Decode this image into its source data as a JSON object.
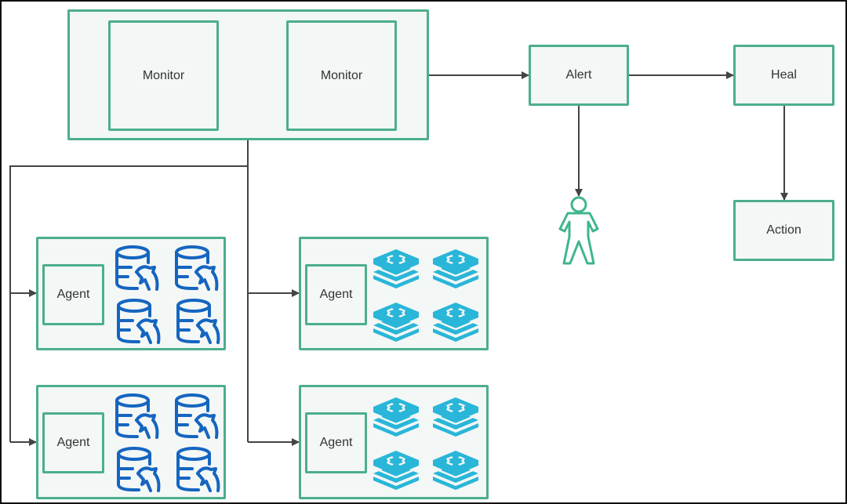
{
  "diagram": {
    "monitor_group": {
      "monitors": [
        {
          "label": "Monitor"
        },
        {
          "label": "Monitor"
        }
      ]
    },
    "alert": {
      "label": "Alert"
    },
    "heal": {
      "label": "Heal"
    },
    "action": {
      "label": "Action"
    },
    "operator": {
      "icon": "person-icon"
    },
    "agent_groups": [
      {
        "agent_label": "Agent",
        "resource_icon": "mysql-database-icon",
        "resource_count": 4
      },
      {
        "agent_label": "Agent",
        "resource_icon": "redis-stack-icon",
        "resource_count": 4
      },
      {
        "agent_label": "Agent",
        "resource_icon": "mysql-database-icon",
        "resource_count": 4
      },
      {
        "agent_label": "Agent",
        "resource_icon": "redis-stack-icon",
        "resource_count": 4
      }
    ],
    "edges": [
      {
        "from": "monitor_group",
        "to": "alert"
      },
      {
        "from": "alert",
        "to": "heal"
      },
      {
        "from": "alert",
        "to": "operator"
      },
      {
        "from": "heal",
        "to": "action"
      },
      {
        "from": "monitor_group",
        "to": "agent_group_1"
      },
      {
        "from": "monitor_group",
        "to": "agent_group_2"
      },
      {
        "from": "monitor_group",
        "to": "agent_group_3"
      },
      {
        "from": "monitor_group",
        "to": "agent_group_4"
      }
    ],
    "colors": {
      "node_border": "#4caf8a",
      "node_fill": "#f3f7f6",
      "edge": "#444444",
      "mysql_icon": "#1565c0",
      "redis_icon": "#29b6d8",
      "person_icon": "#3fb68b"
    }
  }
}
